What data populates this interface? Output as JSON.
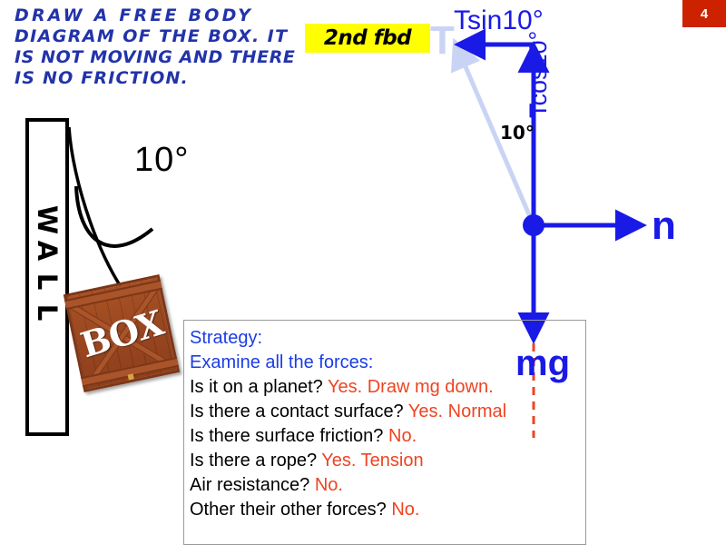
{
  "slide": {
    "page_number": "4",
    "page_badge_color": "#cc2200",
    "heading_color": "#2233aa",
    "vector_color": "#1a1ae6",
    "answer_color": "#ee4422"
  },
  "heading": {
    "line1": "Draw a free body",
    "line2": "diagram of the box. It",
    "line3": "is not moving and there",
    "line4": "is no friction."
  },
  "fbd_badge": {
    "label": "2nd fbd",
    "background": "#ffff00"
  },
  "scene": {
    "wall_letters": [
      "W",
      "A",
      "L",
      "L"
    ],
    "crate_label": "BOX",
    "rope_angle_label": "10°"
  },
  "diagram": {
    "tension_component_horizontal": "Tsin10°",
    "tension_component_vertical": "Tcos10°",
    "normal_force": "n",
    "weight_force": "mg",
    "tension_label": "T",
    "vector_angle_label": "10°"
  },
  "strategy": {
    "title": "Strategy:",
    "subtitle": "Examine all the forces:",
    "items": [
      {
        "question": "Is it on a planet?",
        "answer": "Yes. Draw mg down."
      },
      {
        "question": "Is there a contact surface?",
        "answer": "Yes. Normal"
      },
      {
        "question": "Is there surface friction?",
        "answer": "No."
      },
      {
        "question": "Is there a rope?",
        "answer": "Yes. Tension"
      },
      {
        "question": "Air resistance?",
        "answer": "No."
      },
      {
        "question": "Other their other forces?",
        "answer": "No."
      }
    ]
  }
}
